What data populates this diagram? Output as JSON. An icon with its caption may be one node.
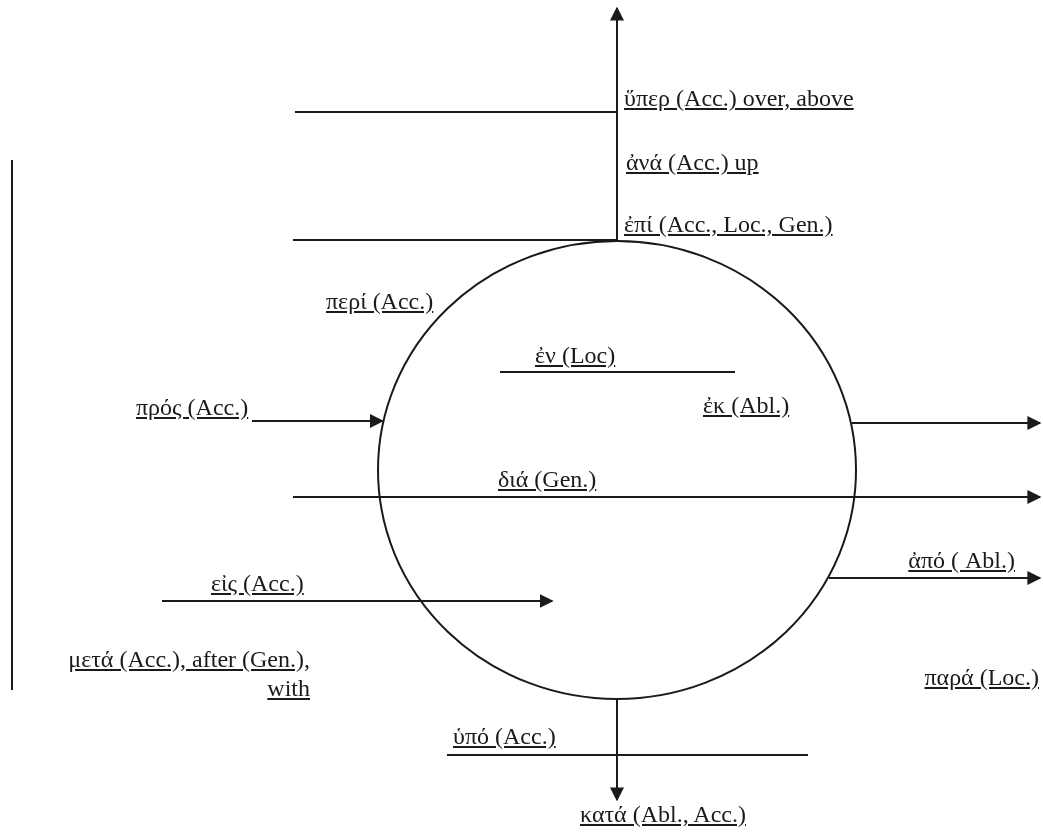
{
  "diagram": {
    "nodes": [
      {
        "text": [],
        "shape": "circle"
      },
      {
        "text": [
          "πρός (Acc.)"
        ]
      },
      {
        "text": [
          "κατά (Abl., Acc.)"
        ]
      }
    ],
    "edges": [
      {
        "from": 1,
        "to": 0,
        "arrow": "to"
      },
      {
        "from": null,
        "to": 0,
        "arrow": "to"
      },
      {
        "from": 0,
        "to": null,
        "arrow": "to"
      },
      {
        "from": 0,
        "to": null,
        "arrow": "to"
      },
      {
        "from": 0,
        "to": null,
        "arrow": "to"
      },
      {
        "from": 0,
        "to": 2,
        "arrow": "to"
      }
    ],
    "labels": [
      "ὕπερ (Acc.) over, above",
      "ἀνά (Acc.) up",
      "ἐπί (Acc., Loc., Gen.)",
      "περί (Acc.)",
      "ἐν (Loc)",
      "ἐκ (Abl.)",
      "διά (Gen.)",
      "ἀπό ( Abl.)",
      "εἰς (Acc.)",
      "μετά (Acc.), after (Gen.), with",
      "παρά (Loc.)",
      "ὑπό (Acc.)"
    ]
  }
}
